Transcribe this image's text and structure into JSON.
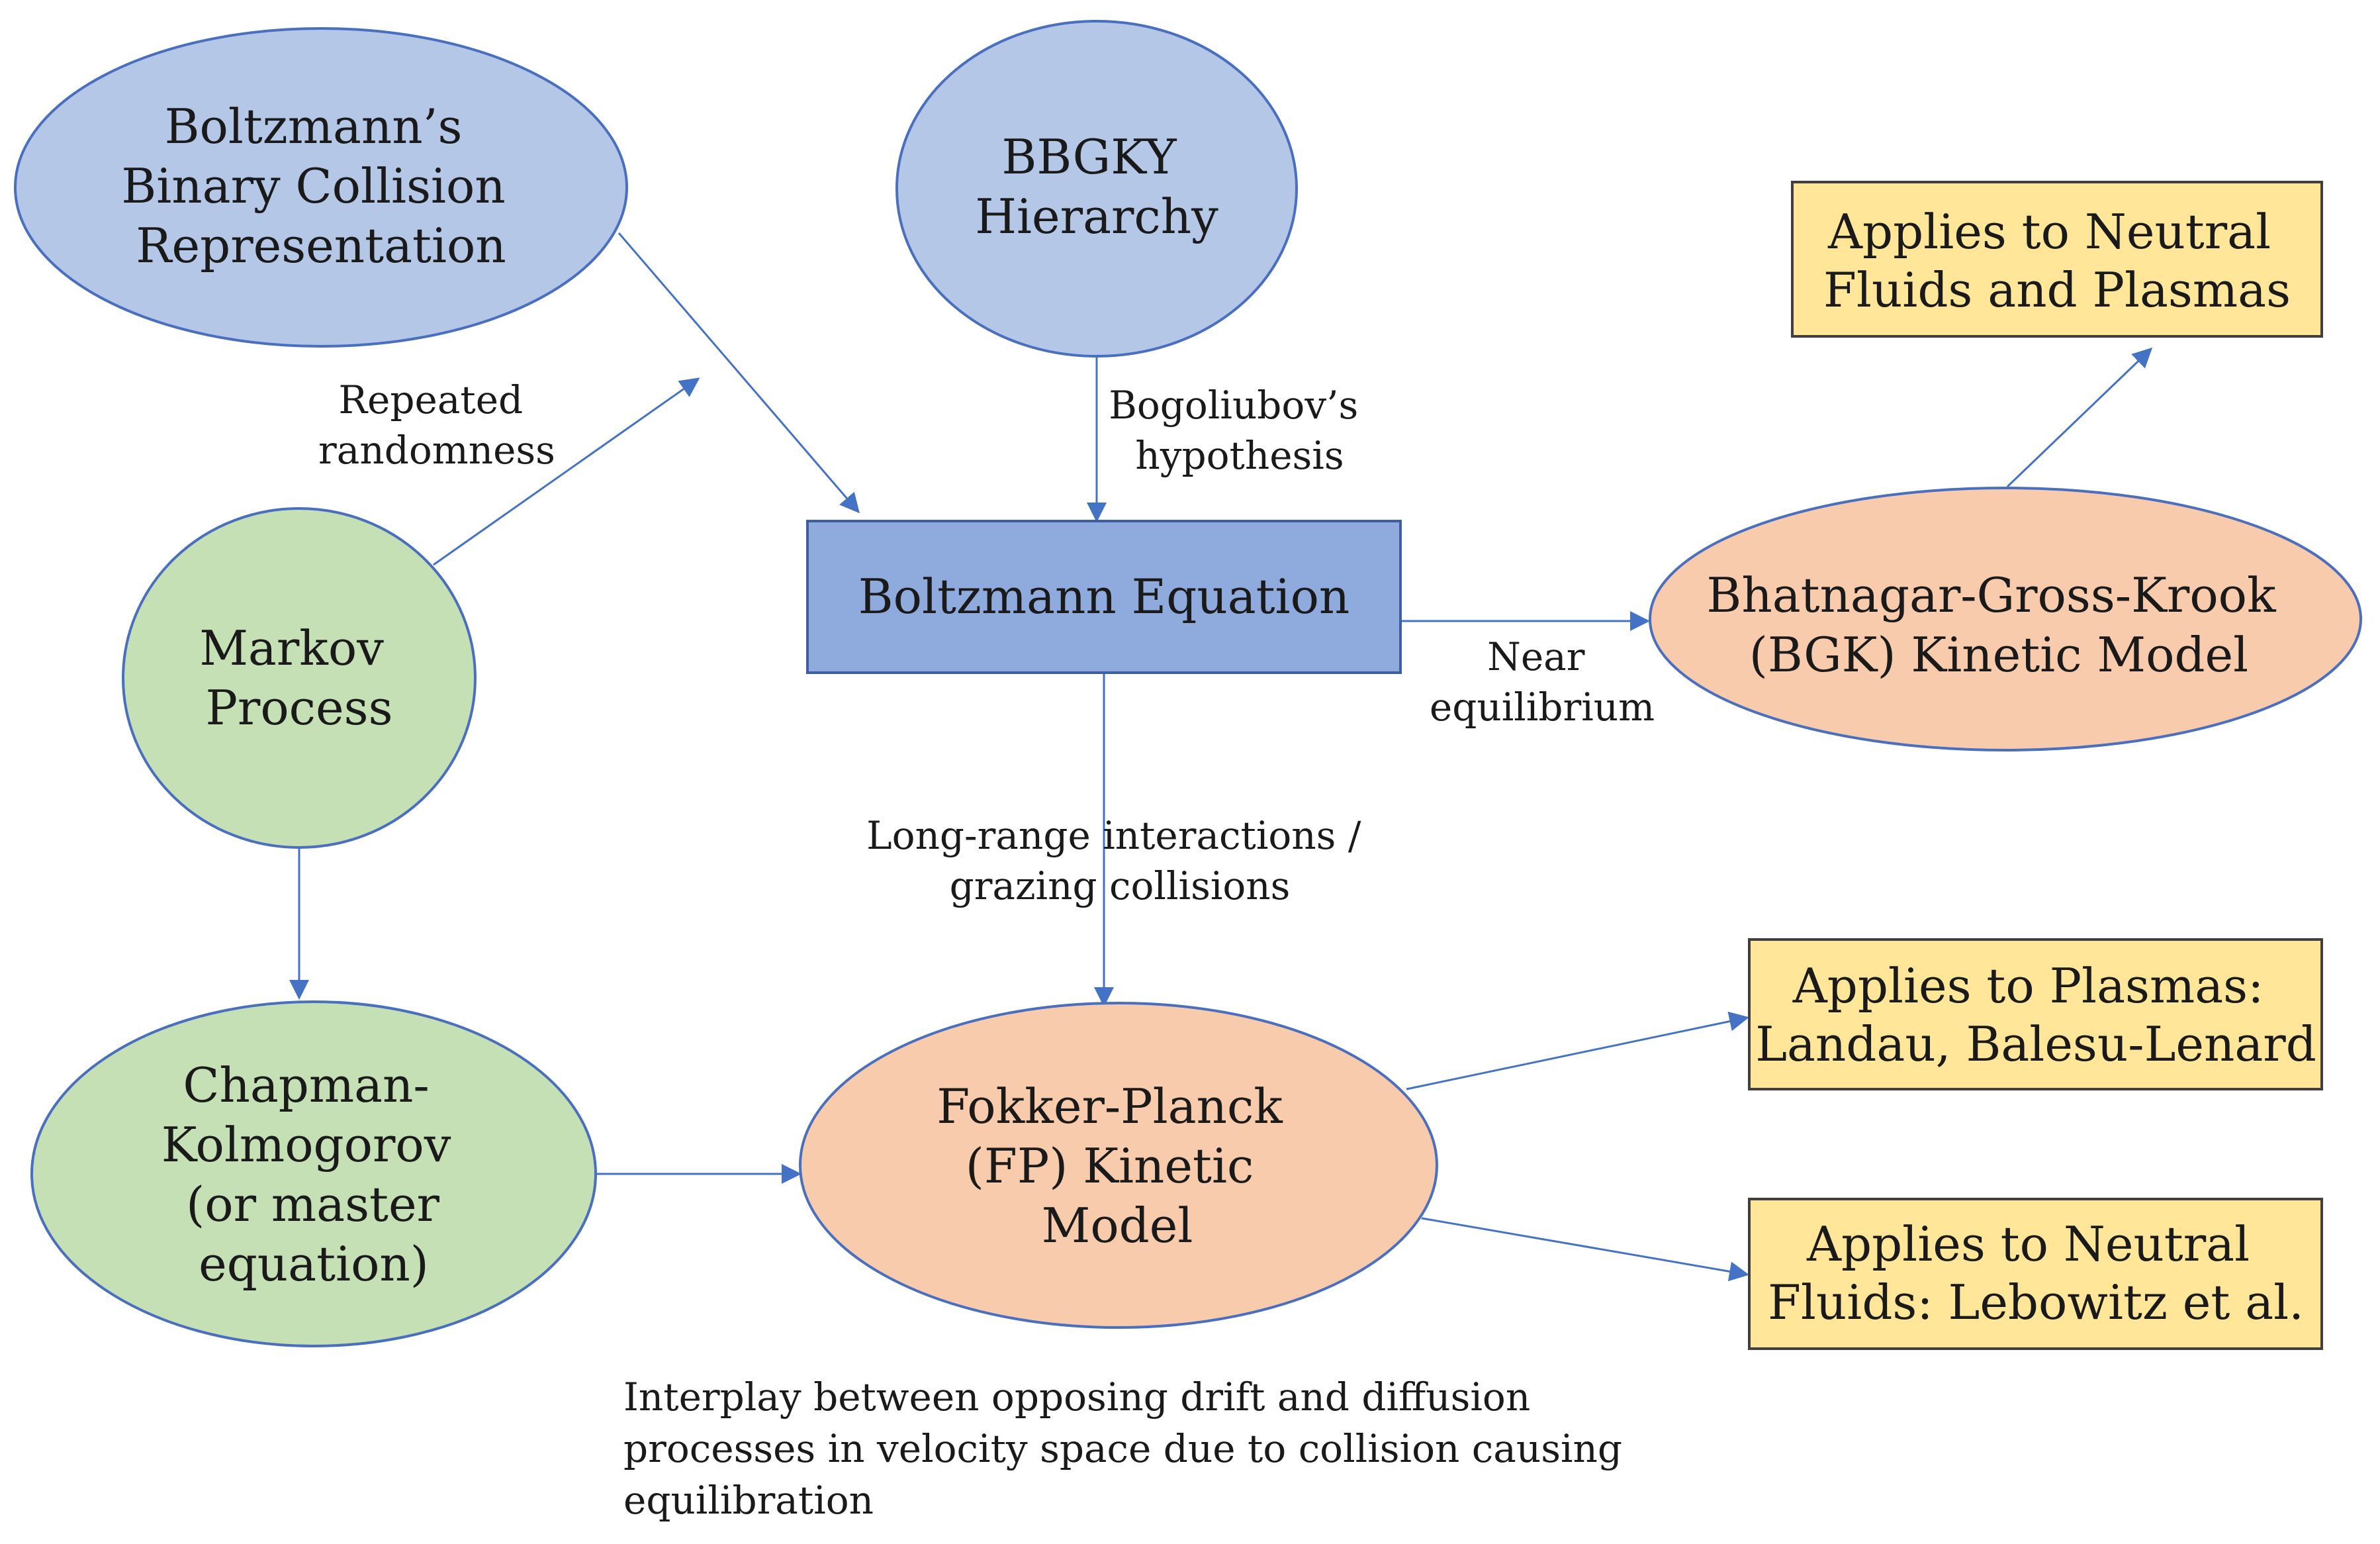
{
  "colors": {
    "blue_node": "#b4c7e7",
    "blue_box": "#8faadc",
    "green_node": "#c5e0b4",
    "orange_node": "#f8cbad",
    "yellow_box": "#ffe699",
    "stroke": "#4a6fbf",
    "arrow": "#4472c4"
  },
  "nodes": {
    "boltzmann_binary": [
      "Boltzmann’s",
      "Binary Collision",
      "Representation"
    ],
    "bbgky": [
      "BBGKY",
      "Hierarchy"
    ],
    "boltzmann_eq": [
      "Boltzmann Equation"
    ],
    "bgk": [
      "Bhatnagar-Gross-Krook",
      "(BGK) Kinetic Model"
    ],
    "markov": [
      "Markov",
      "Process"
    ],
    "chapman": [
      "Chapman-",
      "Kolmogorov",
      "(or master",
      "equation)"
    ],
    "fokker": [
      "Fokker-Planck",
      "(FP) Kinetic",
      "Model"
    ],
    "applies_neutral_plasma": [
      "Applies  to Neutral",
      "Fluids and Plasmas"
    ],
    "applies_plasma": [
      "Applies  to Plasmas:",
      "Landau, Balesu-Lenard"
    ],
    "applies_neutral": [
      "Applies  to Neutral",
      "Fluids:  Lebowitz et al."
    ]
  },
  "edge_labels": {
    "repeated": [
      "Repeated",
      "randomness"
    ],
    "bogoliubov": [
      "Bogoliubov’s",
      "hypothesis"
    ],
    "near_eq": [
      "Near",
      "equilibrium"
    ],
    "long_range": [
      "Long-range interactions /",
      "grazing collisions"
    ]
  },
  "note": [
    "Interplay between opposing drift and diffusion",
    "processes in velocity space due to collision causing",
    "equilibration"
  ]
}
